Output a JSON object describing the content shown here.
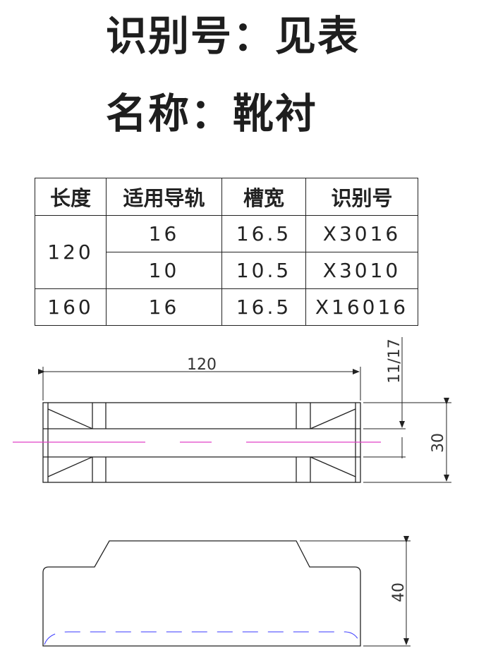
{
  "header": {
    "line1": "识别号：见表",
    "line2": "名称：靴衬"
  },
  "table": {
    "headers": [
      "长度",
      "适用导轨",
      "槽宽",
      "识别号"
    ],
    "rows": [
      {
        "length": "120",
        "guide": "16",
        "slot": "16.5",
        "id": "X3016"
      },
      {
        "length": "",
        "guide": "10",
        "slot": "10.5",
        "id": "X3010"
      },
      {
        "length": "160",
        "guide": "16",
        "slot": "16.5",
        "id": "X16016"
      }
    ]
  },
  "drawing": {
    "top_view": {
      "length_label": "120",
      "slot_label": "11/17",
      "height_label": "30"
    },
    "side_view": {
      "height_label": "40"
    },
    "colors": {
      "outline": "#222222",
      "centerline": "#e040c8",
      "hidden_line": "#3a3aff"
    }
  }
}
